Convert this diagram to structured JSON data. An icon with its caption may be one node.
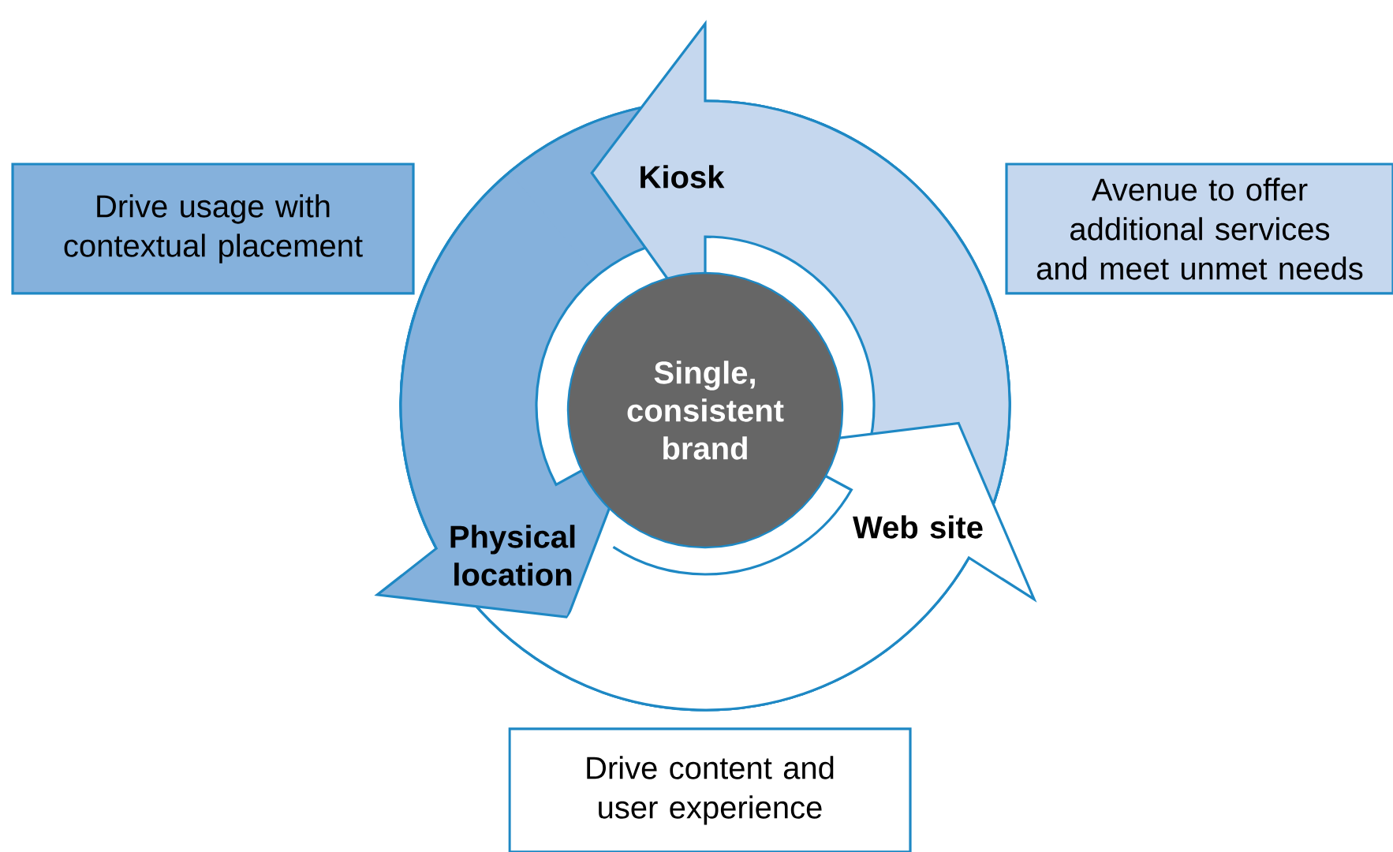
{
  "diagram": {
    "nodes": [
      {
        "text": [
          "Drive usage with contextual placement"
        ]
      },
      {
        "text": [
          "Kiosk"
        ]
      },
      {
        "text": [
          "Avenue to offer additional services and meet unmet needs"
        ]
      },
      {
        "text": [
          "Single, consistent brand"
        ]
      },
      {
        "text": [
          "Physical location"
        ]
      },
      {
        "text": [
          "Web site"
        ]
      },
      {
        "text": [
          "Drive content and user experience"
        ]
      }
    ]
  }
}
